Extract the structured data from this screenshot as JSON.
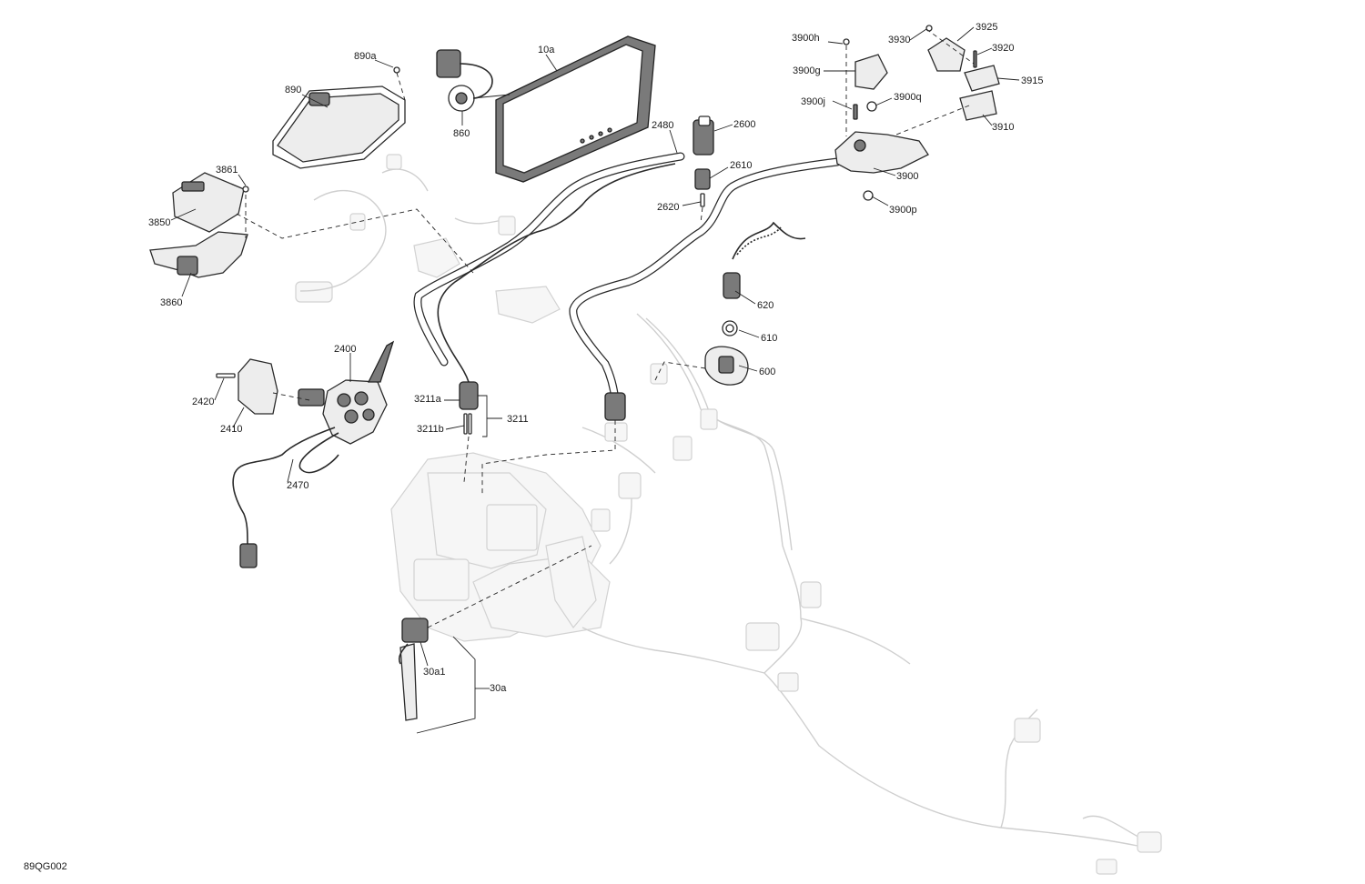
{
  "diagram": {
    "code": "89QG002",
    "labels": [
      {
        "id": "890a",
        "text": "890a"
      },
      {
        "id": "890",
        "text": "890"
      },
      {
        "id": "860",
        "text": "860"
      },
      {
        "id": "10a",
        "text": "10a"
      },
      {
        "id": "3861",
        "text": "3861"
      },
      {
        "id": "3850",
        "text": "3850"
      },
      {
        "id": "3860",
        "text": "3860"
      },
      {
        "id": "2480",
        "text": "2480"
      },
      {
        "id": "2600",
        "text": "2600"
      },
      {
        "id": "2610",
        "text": "2610"
      },
      {
        "id": "2620",
        "text": "2620"
      },
      {
        "id": "3900h",
        "text": "3900h"
      },
      {
        "id": "3930",
        "text": "3930"
      },
      {
        "id": "3925",
        "text": "3925"
      },
      {
        "id": "3920",
        "text": "3920"
      },
      {
        "id": "3900g",
        "text": "3900g"
      },
      {
        "id": "3915",
        "text": "3915"
      },
      {
        "id": "3900j",
        "text": "3900j"
      },
      {
        "id": "3900q",
        "text": "3900q"
      },
      {
        "id": "3910",
        "text": "3910"
      },
      {
        "id": "3900",
        "text": "3900"
      },
      {
        "id": "3900p",
        "text": "3900p"
      },
      {
        "id": "620",
        "text": "620"
      },
      {
        "id": "610",
        "text": "610"
      },
      {
        "id": "600",
        "text": "600"
      },
      {
        "id": "2400",
        "text": "2400"
      },
      {
        "id": "2420",
        "text": "2420"
      },
      {
        "id": "2410",
        "text": "2410"
      },
      {
        "id": "2470",
        "text": "2470"
      },
      {
        "id": "3211a",
        "text": "3211a"
      },
      {
        "id": "3211",
        "text": "3211"
      },
      {
        "id": "3211b",
        "text": "3211b"
      },
      {
        "id": "30a1",
        "text": "30a1"
      },
      {
        "id": "30a",
        "text": "30a"
      }
    ]
  }
}
